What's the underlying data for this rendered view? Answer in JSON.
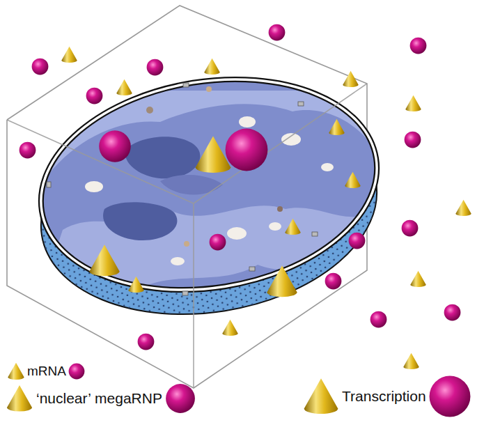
{
  "diagram": {
    "legend": [
      {
        "text": "mRNA"
      },
      {
        "text": "‘nuclear’ megaRNP"
      },
      {
        "text": "Transcription"
      }
    ]
  }
}
